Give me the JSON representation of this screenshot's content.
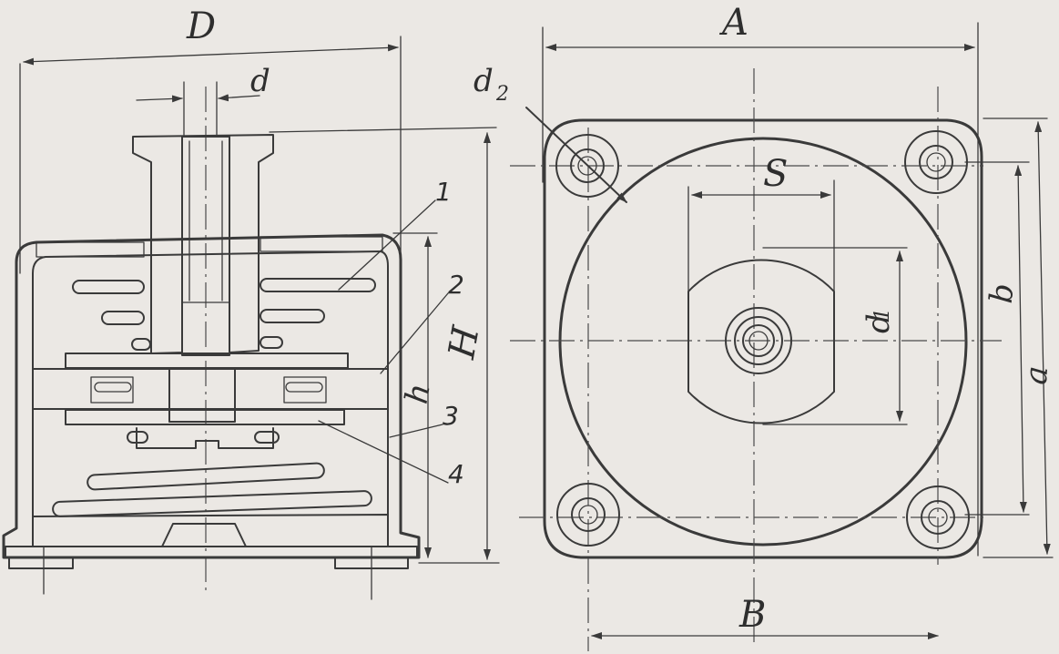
{
  "labels": {
    "D": "D",
    "d": "d",
    "d2": "d",
    "d2_sub": "2",
    "A": "A",
    "B_bottom": "B",
    "S": "S",
    "d1": "d",
    "d1_sub": "1",
    "H": "H",
    "h": "h",
    "b": "b",
    "a": "a"
  },
  "callouts": [
    "1",
    "2",
    "3",
    "4"
  ],
  "colors": {
    "paper": "#ebe8e4",
    "ink": "#3a3a3a",
    "hatch": "#555555",
    "pad": "#4a4a4a"
  }
}
